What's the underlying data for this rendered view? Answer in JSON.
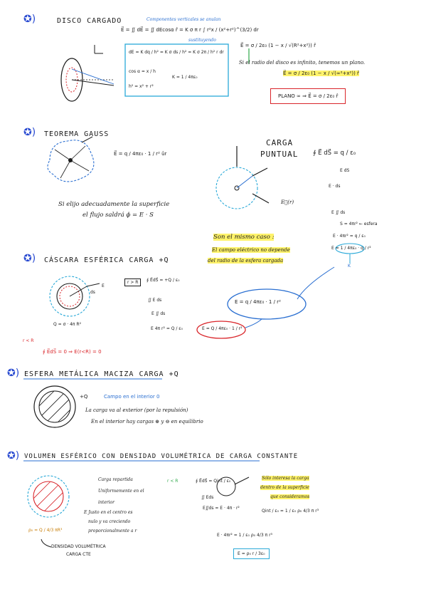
{
  "s1": {
    "title": "DISCO CARGADO",
    "note_cancel": "Componentes verticales se anulan",
    "eq_main": "E⃗ = ∬ dE⃗ = ∬ dEcosα r̂ = K σ π r ∫ r²x / (x²+r²)^(3/2) dr",
    "sust": "sustituyendo",
    "dE": "dE = K dq / h² = K σ ds / h² = K σ 2π / h² r dr",
    "cos": "cos α = x / h",
    "h2": "h² = x² + r²",
    "K": "K = 1 / 4πε₀",
    "E_res": "E⃗ = σ / 2ε₀ (1 − x / √(R²+x²)) r̂",
    "note_inf": "Si el radio del disco es infinito, tenemos un plano.",
    "E_res2": "E⃗ = σ / 2ε₀ (1 − x / √(∞²+x²)) r̂",
    "plano": "PLANO ∞ ⇒ E⃗ = σ / 2ε₀ r̂"
  },
  "s2": {
    "title": "TEOREMA GAUSS",
    "eq": "E⃗ = q / 4πε₀ · 1 / r² ûr",
    "carga": "CARGA",
    "puntual": "PUNTUAL",
    "flux": "∮ E⃗ dS⃗ = q / ε₀",
    "edS": "E dS",
    "Eds": "E · ds",
    "E_ds": "E ∬ ds",
    "S": "S = 4πr² ← esfera",
    "E4pi": "E · 4πr² = q / ε₀",
    "Efinal": "E = 1 / 4πε₀ · q / r²",
    "K": "K",
    "Er": "E⃗(r)",
    "sel1": "Si elijo adecuadamente la superficie",
    "sel2": "el flujo saldrá  ϕ = E · S",
    "mismo": "Son el mismo caso :",
    "campo1": "El campo eléctrico no depende",
    "campo2": "del radio de la esfera cargada"
  },
  "s3": {
    "title": "CÁSCARA ESFÉRICA CARGA +Q",
    "rR": "r > R",
    "flux": "∮ E⃗dS⃗ = +Q / ε₀",
    "Eds": "∬ E ds",
    "Es": "E ∬ ds",
    "E4": "E 4π r² = Q / ε₀",
    "res": "E = Q / 4πε₀ · 1 / r²",
    "qe": "Q = σ · 4π R²",
    "ds": "ds",
    "E": "E",
    "big": "E = q / 4πε₀ · 1 / r²",
    "rR2": "r < R",
    "in": "∮ E⃗dS⃗ = 0 ⇒ E(r<R) = 0"
  },
  "s4": {
    "title": "ESFERA METÁLICA MACIZA CARGA +Q",
    "q": "+Q",
    "campo": "Campo en el interior  0",
    "l1": "La carga va al exterior (por la repulsión)",
    "l2": "En el interior hay cargas ⊕ y ⊖ en equilibrio"
  },
  "s5": {
    "title": "VOLUMEN ESFÉRICO CON DENSIDAD VOLUMÉTRICA DE CARGA CONSTANTE",
    "c1": "Carga repartida",
    "c2": "Uniformemente en el",
    "c3": "interior",
    "e1": "E Justo en el centro es",
    "e2": "nulo y va creciendo",
    "e3": "proporcionalmente a r",
    "rR": "r < R",
    "flux": "∮ E⃗dS⃗ = Qint / ε₀",
    "Eds": "∬ Eds",
    "Es": "E∬ds = E · 4π · r²",
    "qint": "Qint / ε₀ = 1 / ε₀ ρ₀ 4/3 π r³",
    "note1": "Sólo interesa la carga",
    "note2": "dentro de la superficie",
    "note3": "que consideramos",
    "eq": "E · 4πr² = 1 / ε₀ ρ₀ 4/3 π r³",
    "res": "E = ρ₀ r / 3ε₀",
    "rho": "ρ₀ = Q / 4/3 πR³",
    "dens1": "DENSIDAD VOLUMÉTRICA",
    "dens2": "CARGA CTE"
  }
}
